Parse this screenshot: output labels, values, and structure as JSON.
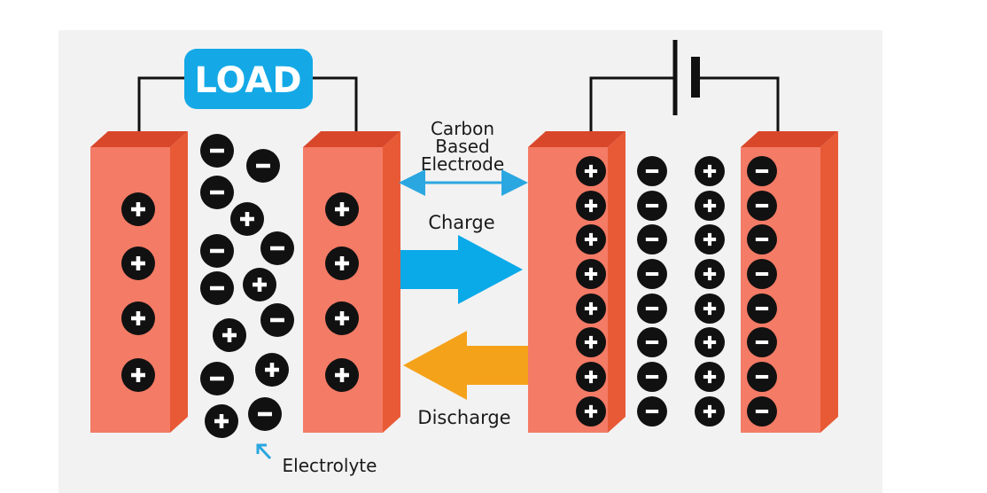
{
  "labels": {
    "load": "LOAD",
    "carbon_line1": "Carbon",
    "carbon_line2": "Based",
    "carbon_line3": "Electrode",
    "charge": "Charge",
    "discharge": "Discharge",
    "electrolyte": "Electrolyte"
  },
  "symbols": {
    "plus": "+",
    "minus": "−"
  },
  "colors": {
    "background_panel": "#f2f2f2",
    "electrode_front": "#f47b66",
    "electrode_side": "#e85a36",
    "electrode_top": "#d9472b",
    "ion_fill": "#111111",
    "charge_arrow": "#0aa9e8",
    "discharge_arrow": "#f5a21b",
    "load_box": "#14a9e6",
    "wire": "#111111"
  }
}
